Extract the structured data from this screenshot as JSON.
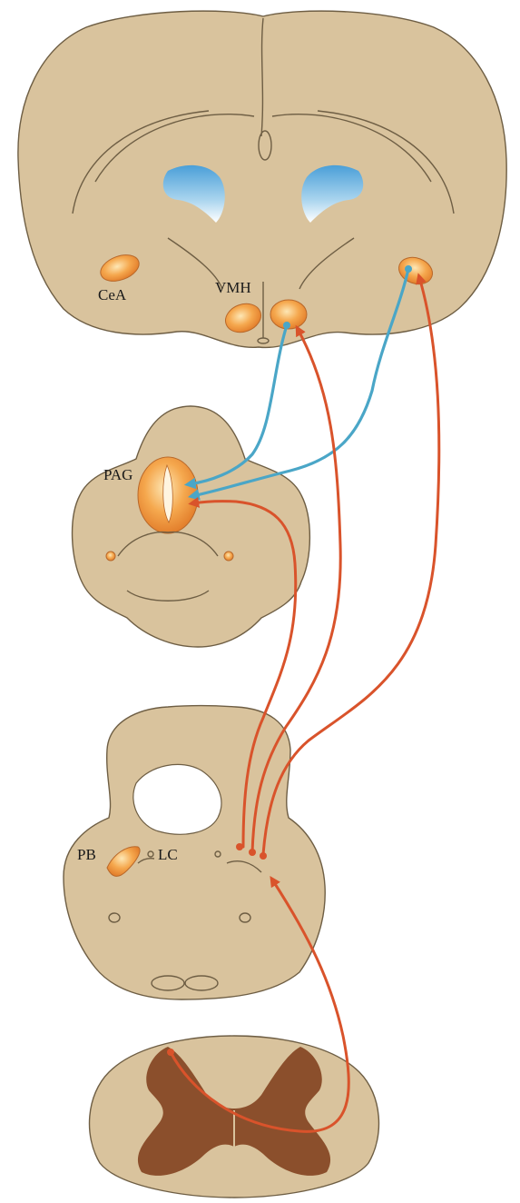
{
  "labels": {
    "cea": "CeA",
    "vmh": "VMH",
    "pag": "PAG",
    "pb": "PB",
    "lc": "LC"
  },
  "colors": {
    "tissue": "#d9c39d",
    "grey_matter": "#8b4f2c",
    "nucleus": "#f2a045",
    "ascending_pathway": "#d9532b",
    "descending_pathway": "#4aa6c7",
    "ventricle": "#5aa7db"
  }
}
